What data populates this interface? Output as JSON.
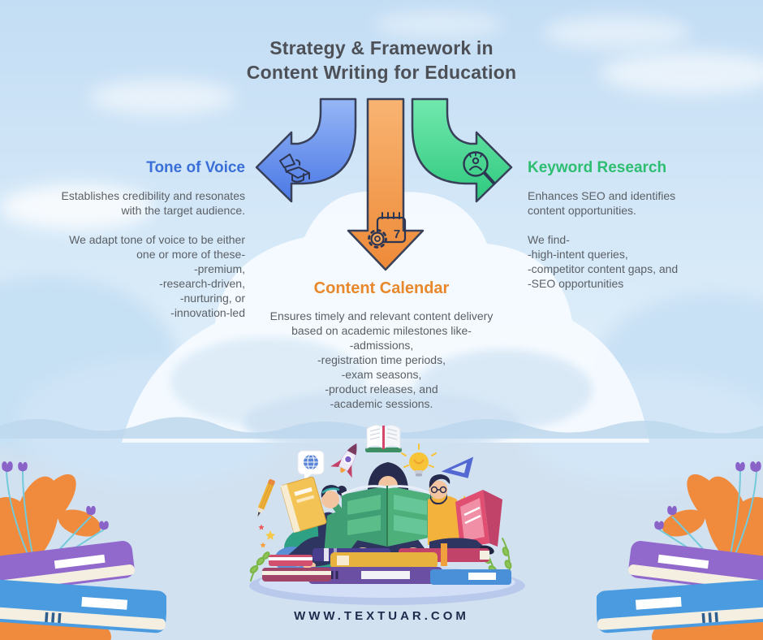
{
  "title": {
    "line1": "Strategy & Framework in",
    "line2": "Content Writing for Education"
  },
  "sections": {
    "tone_of_voice": {
      "heading": "Tone of Voice",
      "para1": "Establishes credibility and resonates\nwith the target audience.",
      "para2": "We adapt tone of voice to be either\none or more of these-\n-premium,\n-research-driven,\n-nurturing, or\n-innovation-led",
      "accent_color": "#3a6fd8"
    },
    "content_calendar": {
      "heading": "Content Calendar",
      "para1": "Ensures timely and relevant content delivery\nbased on academic milestones like-\n-admissions,\n-registration time periods,\n-exam seasons,\n-product releases, and\n-academic sessions.",
      "accent_color": "#e8882b"
    },
    "keyword_research": {
      "heading": "Keyword Research",
      "para1": "Enhances SEO and identifies\ncontent opportunities.",
      "para2": "We find-\n-high-intent queries,\n-competitor content gaps, and\n-SEO opportunities",
      "accent_color": "#2dbe71"
    }
  },
  "footer": {
    "website": "WWW.TEXTUAR.COM"
  },
  "icons": {
    "tone_of_voice": "megaphone-graduation-cap-icon",
    "content_calendar": "calendar-gear-icon",
    "keyword_research": "magnifier-person-icon",
    "calendar_day": "7",
    "floating": [
      "open-book-icon",
      "speech-bubble-globe-icon",
      "rocket-icon",
      "light-bulb-icon",
      "set-square-icon",
      "pencil-icon",
      "star-icon",
      "leaf-sprig-icon"
    ]
  },
  "colors": {
    "arrow_blue_top": "#96b6f5",
    "arrow_blue_bottom": "#4a78e6",
    "arrow_orange_top": "#f8b472",
    "arrow_orange_bottom": "#ee8a38",
    "arrow_green_top": "#72e8ae",
    "arrow_green_bottom": "#2fc97e",
    "title_text": "#4d5056",
    "body_text": "#5b6066",
    "footer_text": "#1f2b4d",
    "sky_top": "#c3ddf4",
    "ground": "#d2e1f0"
  }
}
